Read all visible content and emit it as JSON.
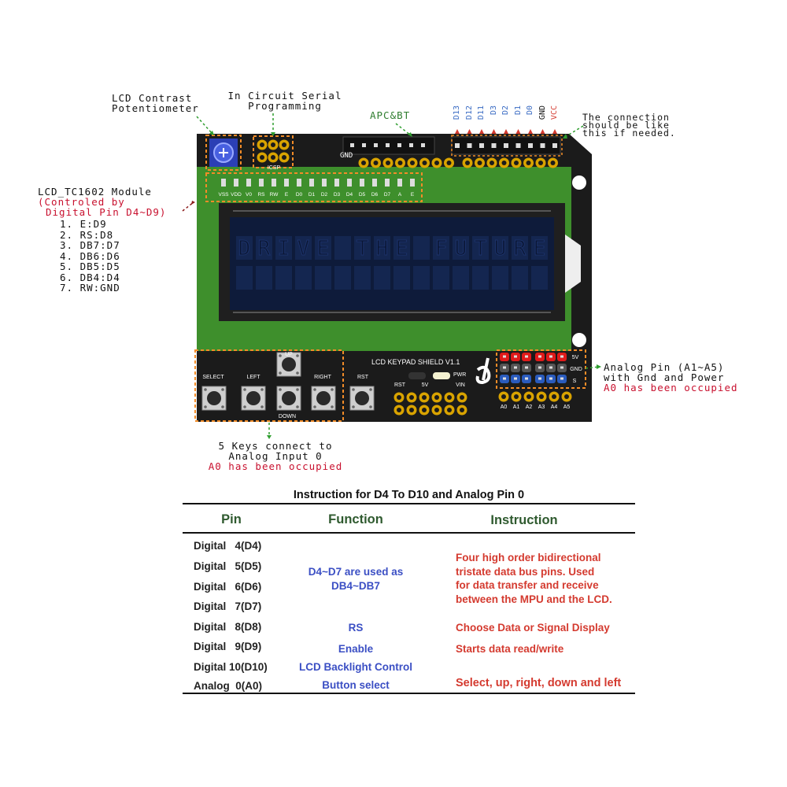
{
  "annotations": {
    "lcd_contrast": [
      "LCD  Contrast",
      "Potentiometer"
    ],
    "icsp": [
      "In Circuit Serial",
      "Programming"
    ],
    "apc_bt": "APC&BT",
    "connection": [
      "The connection",
      "should be like",
      "this if needed."
    ],
    "lcd_module": {
      "title": "LCD_TC1602 Module",
      "sub1": "(Controled by",
      "sub2": "Digital Pin D4~D9)",
      "pins": [
        "1. E:D9",
        "2. RS:D8",
        "3. DB7:D7",
        "4. DB6:D6",
        "5. DB5:D5",
        "6. DB4:D4",
        "7. RW:GND"
      ]
    },
    "analog": [
      "Analog Pin (A1~A5)",
      "with Gnd and Power"
    ],
    "analog_occupied": "A0 has been occupied",
    "keys": [
      "5 Keys connect to",
      "Analog Input 0"
    ],
    "keys_occupied": "A0 has been occupied"
  },
  "board": {
    "header_pins": [
      "D13",
      "D12",
      "D11",
      "D3",
      "D2",
      "D1",
      "D0",
      "GND",
      "VCC"
    ],
    "gnd_label": "GND",
    "icsp_label": "ICSP",
    "lcd_pin_labels": [
      "VSS",
      "VDD",
      "V0",
      "RS",
      "RW",
      "E",
      "D0",
      "D1",
      "D2",
      "D3",
      "D4",
      "D5",
      "D6",
      "D7",
      "A",
      "E"
    ],
    "lcd_text": "DRIVE THE FUTURE",
    "shield_title": "LCD KEYPAD SHIELD V1.1",
    "pwr": "PWR",
    "buttons": {
      "up": "UP",
      "select": "SELECT",
      "left": "LEFT",
      "right": "RIGHT",
      "down": "DOWN",
      "rst": "RST"
    },
    "power_labels": [
      "RST",
      "5V",
      "VIN"
    ],
    "analog_side": [
      "5V",
      "GND",
      "S"
    ],
    "analog_pins": [
      "A0",
      "A1",
      "A2",
      "A3",
      "A4",
      "A5"
    ]
  },
  "table": {
    "title": "Instruction for D4 To D10 and Analog Pin 0",
    "headers": {
      "pin": "Pin",
      "function": "Function",
      "instruction": "Instruction"
    },
    "pins": [
      "Digital   4(D4)",
      "Digital   5(D5)",
      "Digital   6(D6)",
      "Digital   7(D7)",
      "Digital   8(D8)",
      "Digital   9(D9)",
      "Digital 10(D10)",
      "Analog  0(A0)"
    ],
    "functions": {
      "db": [
        "D4~D7 are used as",
        "DB4~DB7"
      ],
      "rs": "RS",
      "enable": "Enable",
      "backlight": "LCD Backlight Control",
      "button": "Button select"
    },
    "instructions": {
      "db": [
        "Four high order bidirectional",
        "tristate data bus pins. Used",
        "for data transfer and receive",
        "between the MPU and the LCD."
      ],
      "rs": "Choose Data or Signal Display",
      "enable": "Starts data read/write",
      "button": "Select, up, right, down and left"
    }
  }
}
